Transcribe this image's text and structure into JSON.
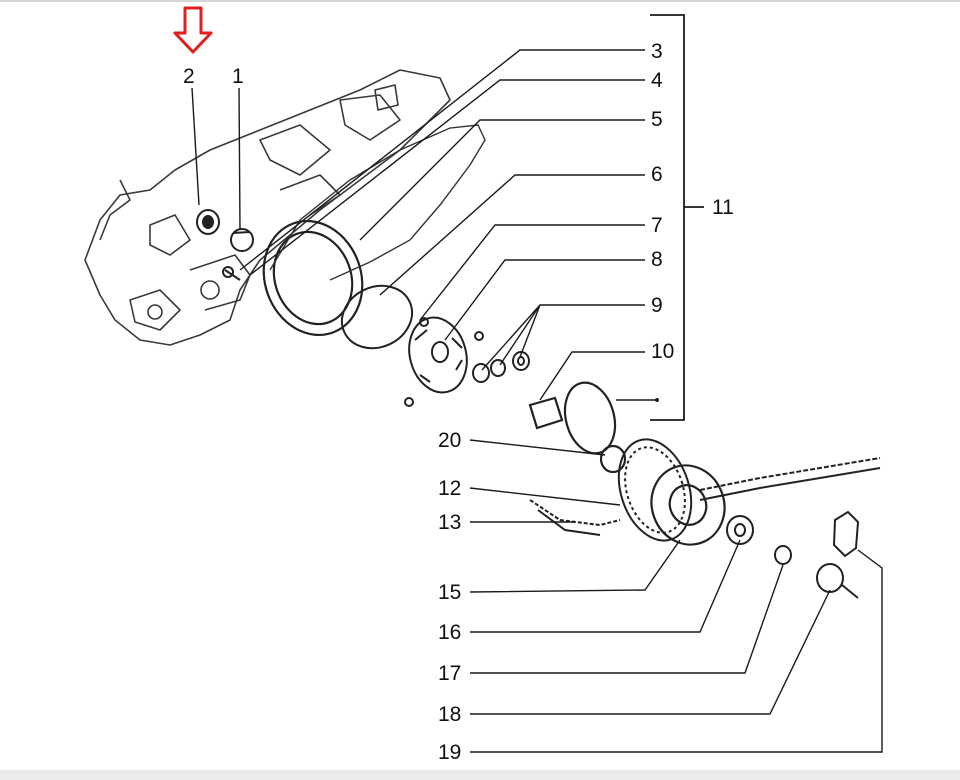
{
  "diagram": {
    "callouts": {
      "c1": "1",
      "c2": "2",
      "c3": "3",
      "c4": "4",
      "c5": "5",
      "c6": "6",
      "c7": "7",
      "c8": "8",
      "c9": "9",
      "c10": "10",
      "c11": "11",
      "c12": "12",
      "c13": "13",
      "c15": "15",
      "c16": "16",
      "c17": "17",
      "c18": "18",
      "c19": "19",
      "c20": "20"
    },
    "highlight": {
      "color": "#e0201c",
      "target_callout": "2",
      "icon": "arrow-down-icon"
    },
    "line_color": "#1a1a1a",
    "drawing_color": "#3a3a3a"
  }
}
